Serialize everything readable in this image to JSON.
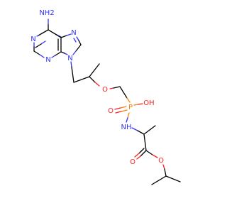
{
  "molecule": {
    "atoms": {
      "amine": "NH2",
      "amine_h": "H",
      "amine_n": "N",
      "n1": "N",
      "n3": "N",
      "n7": "N",
      "n9": "N",
      "ether_o": "O",
      "hydroxyl": "OH",
      "phosphoryl_o": "O",
      "phosphorus": "P",
      "amide_n": "NH",
      "carbonyl_o": "O",
      "ester_o": "O"
    },
    "colors": {
      "carbon": "#000000",
      "nitrogen": "#3333ff",
      "oxygen": "#ff2020",
      "phosphorus": "#ff8000"
    }
  }
}
